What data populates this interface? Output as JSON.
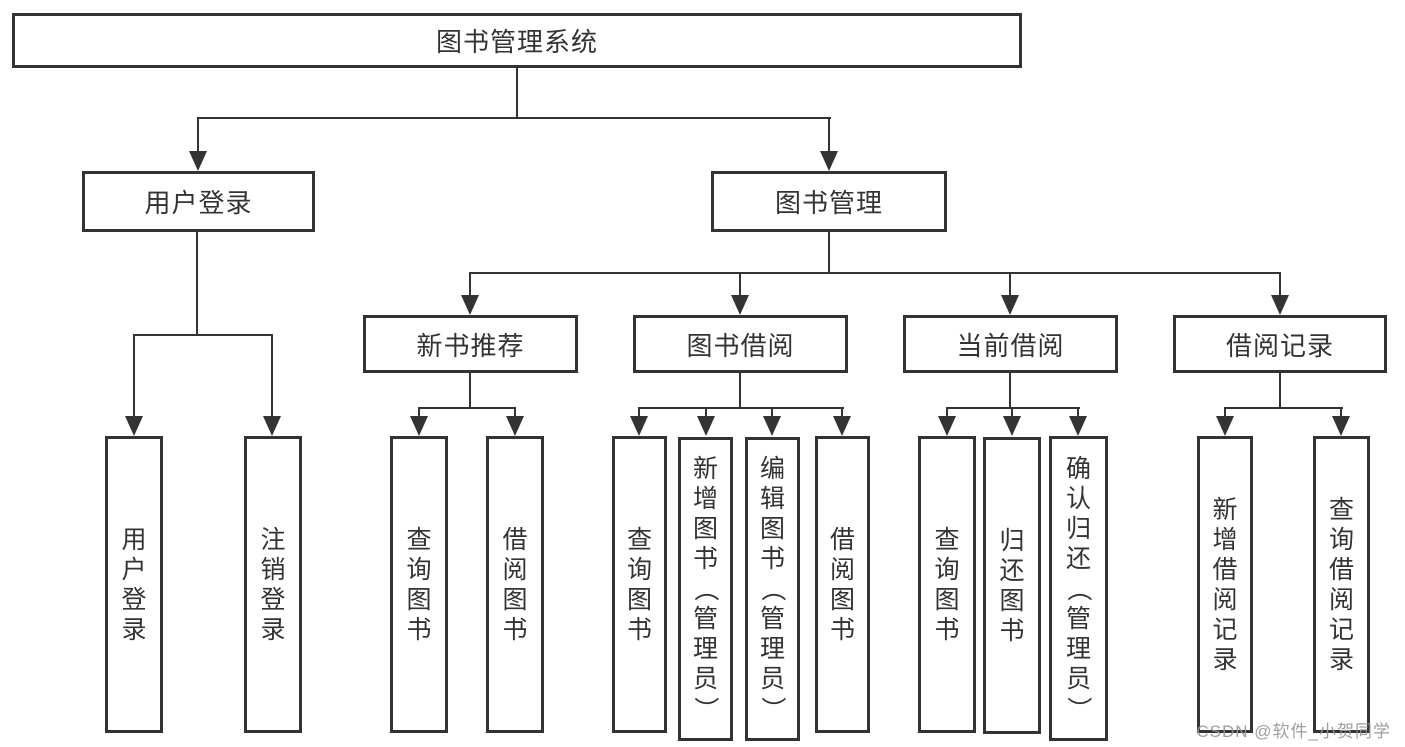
{
  "diagram": {
    "type": "hierarchy-tree",
    "root": {
      "label": "图书管理系统",
      "children": [
        {
          "label": "用户登录",
          "children": [
            {
              "label": "用户登录"
            },
            {
              "label": "注销登录"
            }
          ]
        },
        {
          "label": "图书管理",
          "children": [
            {
              "label": "新书推荐",
              "children": [
                {
                  "label": "查询图书"
                },
                {
                  "label": "借阅图书"
                }
              ]
            },
            {
              "label": "图书借阅",
              "children": [
                {
                  "label": "查询图书"
                },
                {
                  "label": "新增图书（管理员）"
                },
                {
                  "label": "编辑图书（管理员）"
                },
                {
                  "label": "借阅图书"
                }
              ]
            },
            {
              "label": "当前借阅",
              "children": [
                {
                  "label": "查询图书"
                },
                {
                  "label": "归还图书"
                },
                {
                  "label": "确认归还（管理员）"
                }
              ]
            },
            {
              "label": "借阅记录",
              "children": [
                {
                  "label": "新增借阅记录"
                },
                {
                  "label": "查询借阅记录"
                }
              ]
            }
          ]
        }
      ]
    }
  },
  "watermark": {
    "text": "CSDN @软件_小贺同学"
  },
  "colors": {
    "line": "#333333",
    "box_border": "#333333",
    "box_fill": "#ffffff",
    "text": "#333333",
    "watermark": "#969696",
    "background": "#ffffff"
  }
}
